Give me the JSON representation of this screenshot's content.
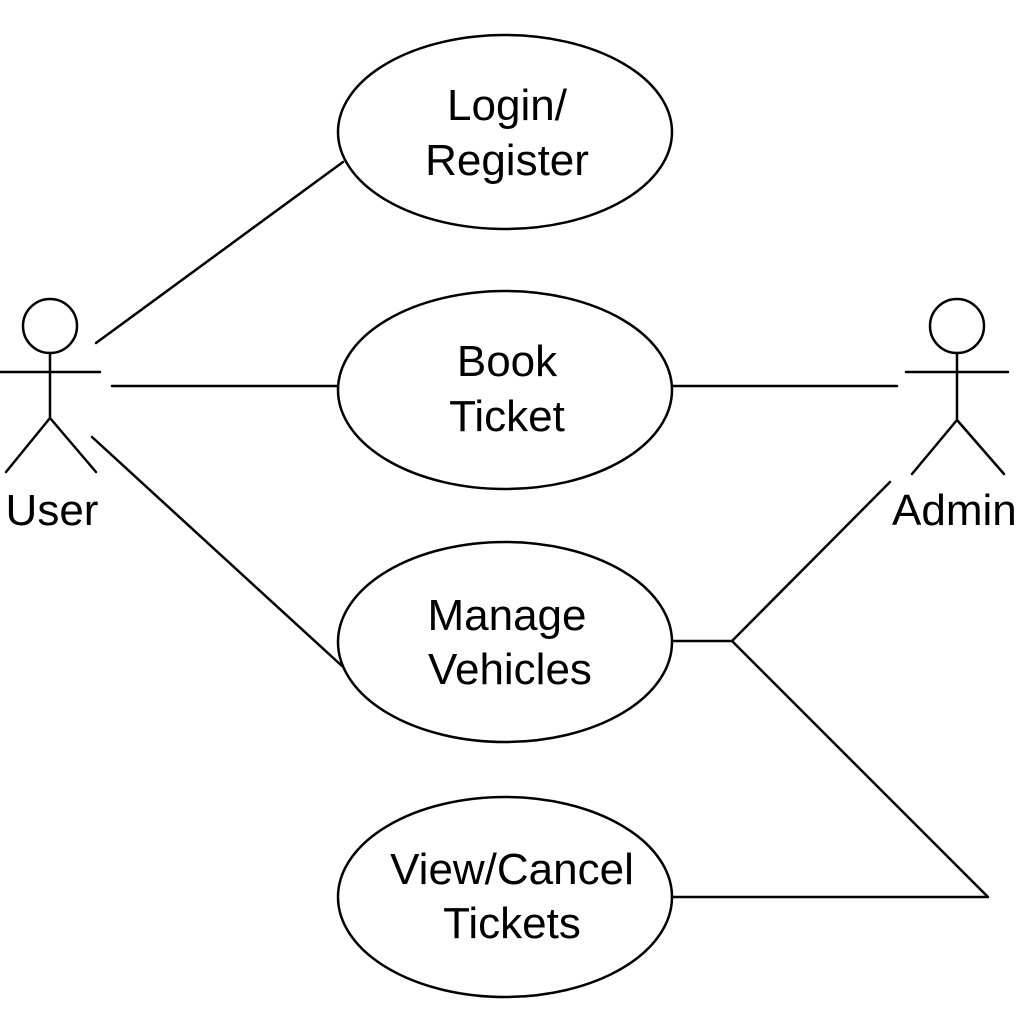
{
  "actors": {
    "user": {
      "label": "User"
    },
    "admin": {
      "label": "Admin"
    }
  },
  "use_cases": {
    "login": {
      "line1": "Login/",
      "line2": "Register"
    },
    "book": {
      "line1": "Book",
      "line2": "Ticket"
    },
    "manage": {
      "line1": "Manage",
      "line2": "Vehicles"
    },
    "view": {
      "line1": "View/Cancel",
      "line2": "Tickets"
    }
  },
  "colors": {
    "stroke": "#000000",
    "background": "#ffffff"
  }
}
